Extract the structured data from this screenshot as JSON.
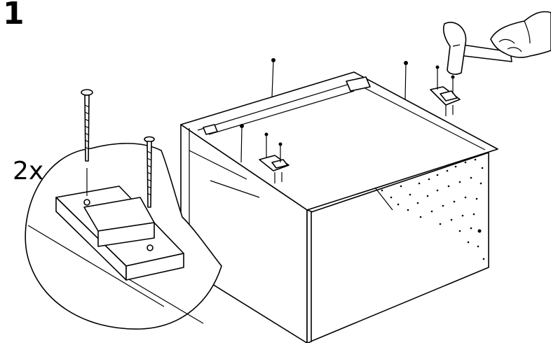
{
  "page": {
    "step_number": "1",
    "quantity": "2x",
    "colors": {
      "ink": "#000000",
      "paper": "#ffffff"
    }
  },
  "illustration": {
    "subject": "cabinet-frame-nail-assembly",
    "icons": [
      "hammer-icon",
      "hand-icon",
      "nail-icon",
      "bracket-icon"
    ]
  }
}
